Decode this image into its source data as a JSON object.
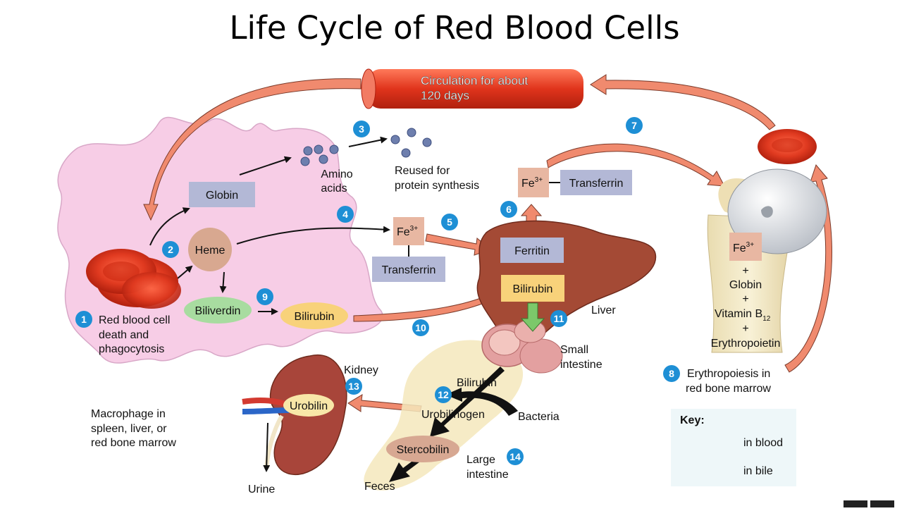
{
  "title": "Life Cycle of Red Blood Cells",
  "circulation": {
    "line1": "Circulation for about",
    "line2": "120 days"
  },
  "steps": [
    "1",
    "2",
    "3",
    "4",
    "5",
    "6",
    "7",
    "8",
    "9",
    "10",
    "11",
    "12",
    "13",
    "14"
  ],
  "macrophage": {
    "globin": "Globin",
    "heme": "Heme",
    "biliverdin": "Biliverdin",
    "bilirubin": "Bilirubin",
    "amino_line1": "Amino",
    "amino_line2": "acids",
    "rbc_line1": "Red blood cell",
    "rbc_line2": "death and",
    "rbc_line3": "phagocytosis",
    "caption_line1": "Macrophage in",
    "caption_line2": "spleen, liver, or",
    "caption_line3": "red bone marrow"
  },
  "reuse": {
    "line1": "Reused for",
    "line2": "protein synthesis"
  },
  "iron": {
    "fe_base": "Fe",
    "fe_sup": "3+",
    "transferrin": "Transferrin",
    "ferritin": "Ferritin",
    "liver_bilirubin": "Bilirubin",
    "liver": "Liver"
  },
  "bone": {
    "plus": "+",
    "globin": "Globin",
    "vitamin": "Vitamin B",
    "vitamin_sub": "12",
    "epo": "Erythropoietin",
    "ery_line1": "Erythropoiesis in",
    "ery_line2": "red bone marrow"
  },
  "intestine": {
    "small_line1": "Small",
    "small_line2": "intestine",
    "bilirubin": "Bilirubin",
    "urobilinogen": "Urobilinogen",
    "bacteria": "Bacteria",
    "stercobilin": "Stercobilin",
    "large_line1": "Large",
    "large_line2": "intestine",
    "feces": "Feces"
  },
  "kidney": {
    "label": "Kidney",
    "urobilin": "Urobilin",
    "urine": "Urine"
  },
  "key": {
    "title": "Key:",
    "blood": "in blood",
    "bile": "in bile",
    "blood_color": "#f08a6e",
    "bile_color": "#7cc86a"
  },
  "colors": {
    "step_badge": "#1e8fd5",
    "macrophage": "#f7cde6",
    "globin_box": "#b3b8d6",
    "heme": "#d8a890",
    "biliverdin": "#a8dca0",
    "bilirubin": "#f8d27a",
    "liver": "#a44a35"
  }
}
